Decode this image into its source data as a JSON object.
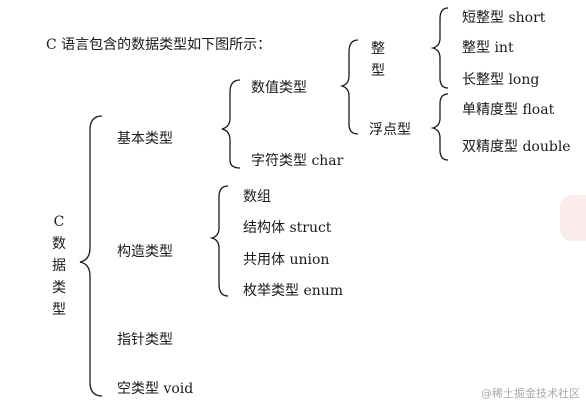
{
  "intro": "C 语言包含的数据类型如下图所示：",
  "root": [
    "C",
    "数",
    "据",
    "类",
    "型"
  ],
  "level1": {
    "basic": "基本类型",
    "constructed": "构造类型",
    "pointer": "指针类型",
    "void": "空类型 void"
  },
  "basic": {
    "numeric": "数值类型",
    "char": "字符类型 char"
  },
  "numeric": {
    "integer": [
      "整",
      "型"
    ],
    "float": "浮点型"
  },
  "integer_types": {
    "short": "短整型 short",
    "int": "整型 int",
    "long": "长整型 long"
  },
  "float_types": {
    "float": "单精度型 float",
    "double": "双精度型 double"
  },
  "constructed": {
    "array": "数组",
    "struct": "结构体 struct",
    "union": "共用体 union",
    "enum": "枚举类型 enum"
  },
  "watermark": "@稀土掘金技术社区"
}
